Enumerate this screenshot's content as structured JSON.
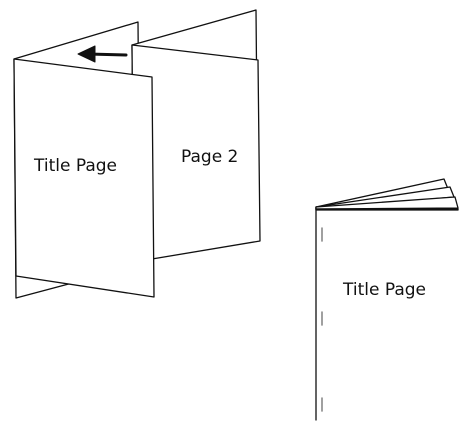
{
  "folded_booklet": {
    "front_page_label": "Title Page",
    "inner_page_label": "Page 2"
  },
  "stapled_booklet": {
    "cover_label": "Title Page"
  },
  "colors": {
    "line": "#111111",
    "paper": "#ffffff"
  },
  "icons": {
    "fold_direction": "left-arrow-icon"
  }
}
